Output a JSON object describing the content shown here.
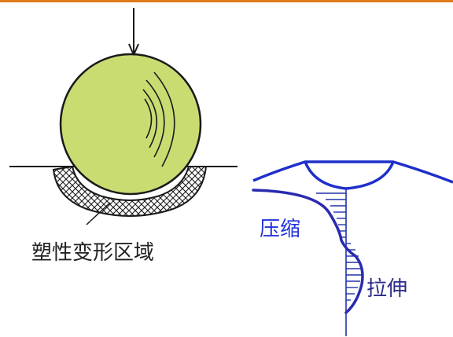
{
  "colors": {
    "top_bar": "#e07b1a",
    "ball_fill": "#c8dc72",
    "ink_black": "#1a1a1a",
    "ink_blue": "#1f2fcc",
    "stress_hatch": "#2233aa",
    "plastic_label": "#222222",
    "compress_label": "#2233dd",
    "tension_label": "#2a2a8a"
  },
  "labels": {
    "plastic_zone": "塑性变形区域",
    "compression": "压缩",
    "tension": "拉伸"
  },
  "icons": {
    "load_arrow": "down-arrow-icon"
  }
}
